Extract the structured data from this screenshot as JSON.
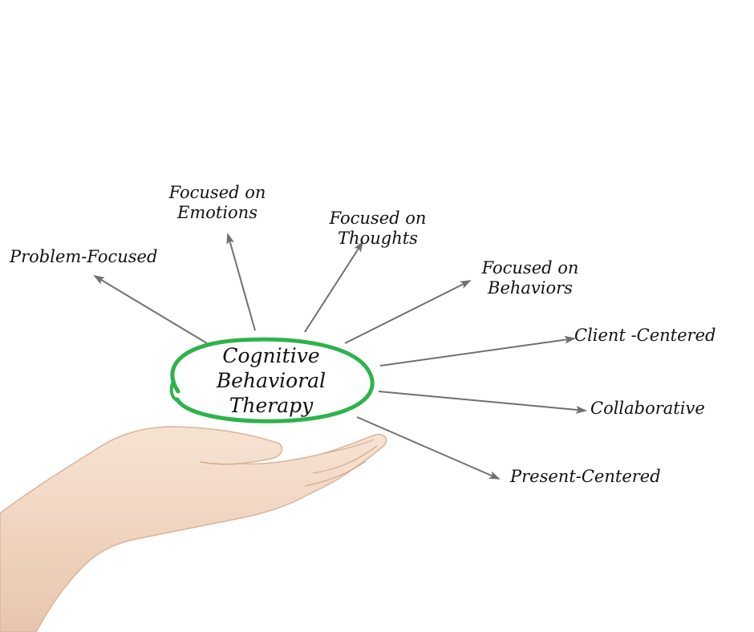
{
  "center": {
    "lines": [
      "Cognitive",
      "Behavioral",
      "Therapy"
    ],
    "ring_color": "#2db34a"
  },
  "nodes": [
    {
      "id": "problem-focused",
      "lines": [
        "Problem-Focused"
      ]
    },
    {
      "id": "focused-on-emotions",
      "lines": [
        "Focused on",
        "Emotions"
      ]
    },
    {
      "id": "focused-on-thoughts",
      "lines": [
        "Focused on",
        "Thoughts"
      ]
    },
    {
      "id": "focused-on-behaviors",
      "lines": [
        "Focused on",
        "Behaviors"
      ]
    },
    {
      "id": "client-centered",
      "lines": [
        "Client -Centered"
      ]
    },
    {
      "id": "collaborative",
      "lines": [
        "Collaborative"
      ]
    },
    {
      "id": "present-centered",
      "lines": [
        "Present-Centered"
      ]
    }
  ],
  "colors": {
    "arrow": "#707070",
    "text": "#111111",
    "skin": "#f1d7c2"
  },
  "image": {
    "hand": "open-palm-hand"
  }
}
